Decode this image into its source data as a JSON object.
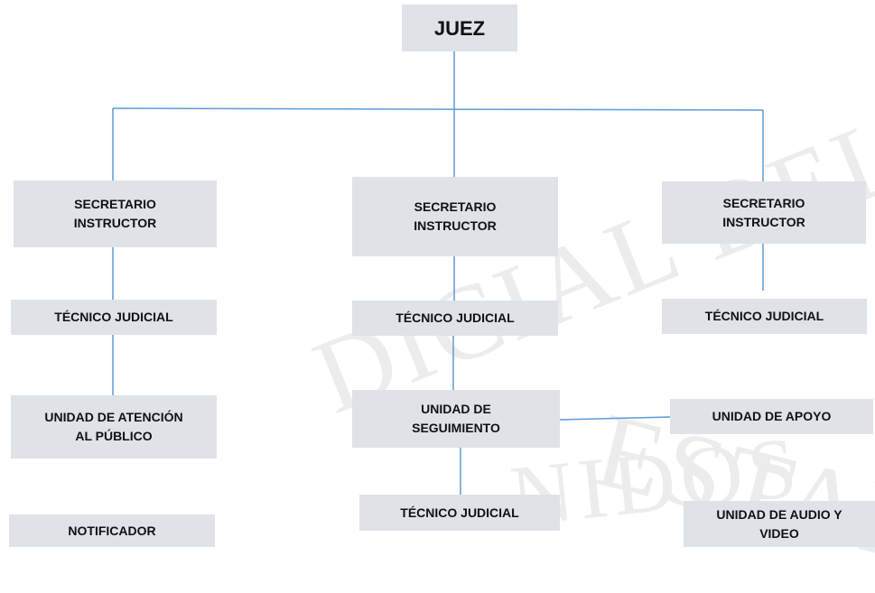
{
  "colors": {
    "box_fill": "#dfe2e7",
    "connector": "#5b9bd5",
    "watermark": "#ececec"
  },
  "nodes": {
    "juez": "JUEZ",
    "secretario_1": "SECRETARIO\nINSTRUCTOR",
    "secretario_2": "SECRETARIO\nINSTRUCTOR",
    "secretario_3": "SECRETARIO\nINSTRUCTOR",
    "tecnico_1": "TÉCNICO JUDICIAL",
    "tecnico_2": "TÉCNICO JUDICIAL",
    "tecnico_3": "TÉCNICO JUDICIAL",
    "unidad_atencion": "UNIDAD DE ATENCIÓN\nAL PÚBLICO",
    "unidad_seguimiento": "UNIDAD DE\nSEGUIMIENTO",
    "unidad_apoyo": "UNIDAD DE APOYO",
    "notificador": "NOTIFICADOR",
    "tecnico_4": "TÉCNICO JUDICIAL",
    "unidad_audio": "UNIDAD DE AUDIO Y\nVIDEO"
  },
  "watermark": {
    "line_1": "DICIAL DEL",
    "line_2": "ESTAD",
    "line_3": "NIDOS"
  }
}
